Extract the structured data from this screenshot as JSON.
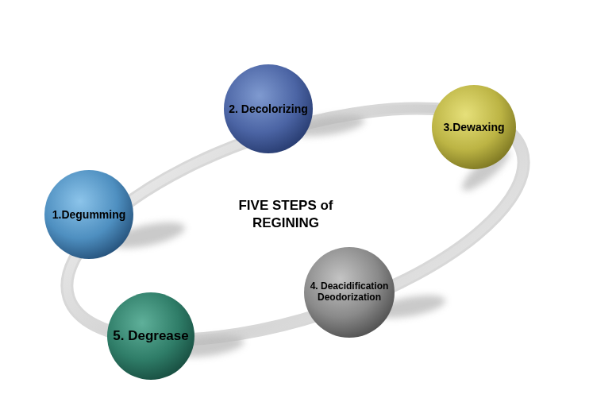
{
  "diagram": {
    "title": "FIVE STEPS of REGINING",
    "nodes": [
      {
        "text": [
          "1.Degumming"
        ]
      },
      {
        "text": [
          "2. Decolorizing"
        ]
      },
      {
        "text": [
          "3.Dewaxing"
        ]
      },
      {
        "text": [
          "4. Deacidification Deodorization"
        ]
      },
      {
        "text": [
          "5. Degrease"
        ]
      }
    ]
  }
}
